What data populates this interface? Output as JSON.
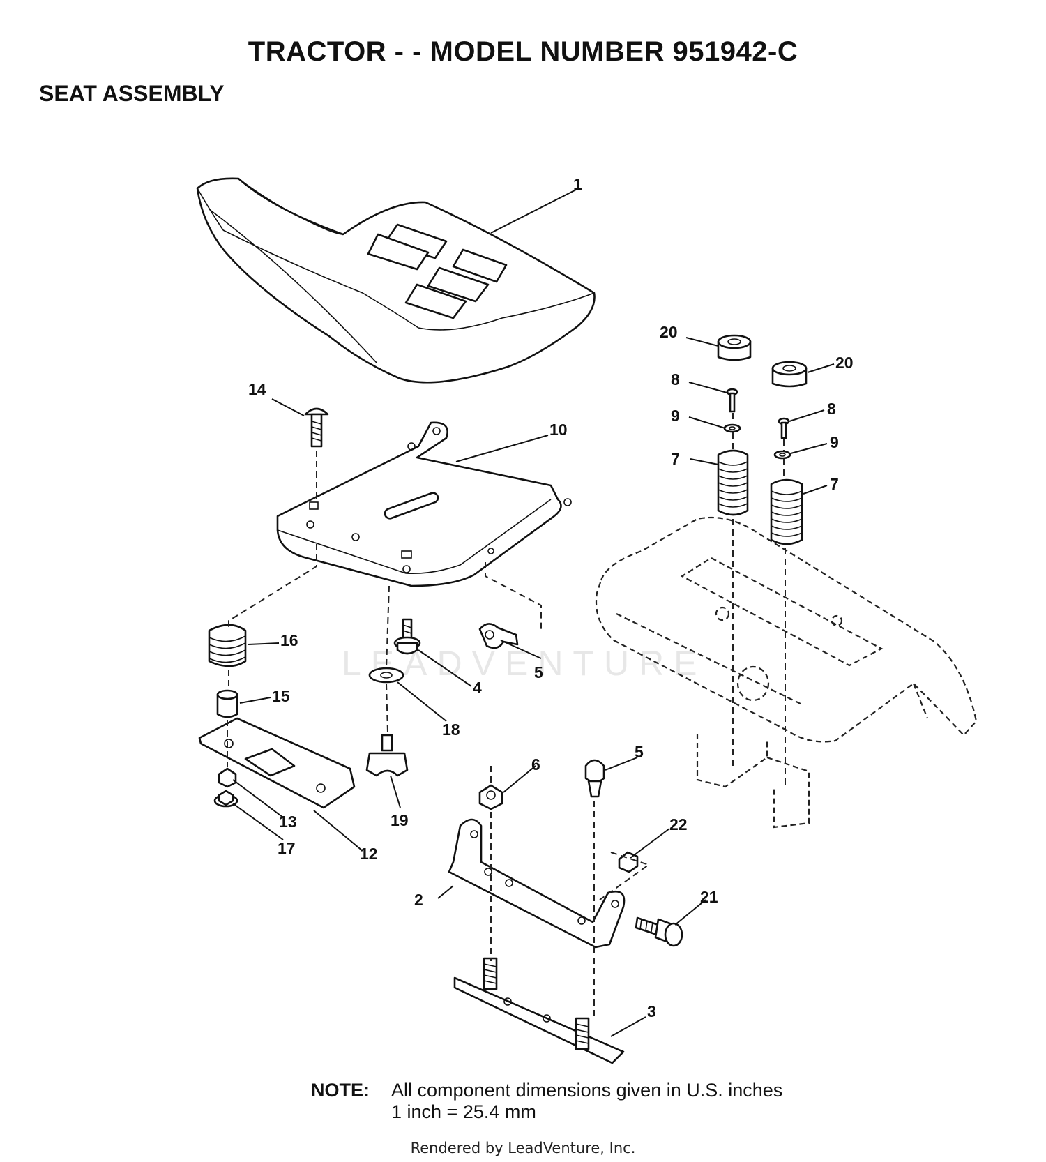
{
  "header": {
    "title": "TRACTOR - - MODEL NUMBER 951942-C",
    "section": "SEAT ASSEMBLY"
  },
  "diagram": {
    "watermark": "LEADVENTURE",
    "callouts": [
      "1",
      "2",
      "3",
      "4",
      "5",
      "5",
      "6",
      "7",
      "7",
      "8",
      "8",
      "9",
      "9",
      "10",
      "12",
      "13",
      "14",
      "15",
      "16",
      "17",
      "18",
      "19",
      "20",
      "20",
      "21",
      "22"
    ]
  },
  "note": {
    "label": "NOTE:",
    "line1": "All component dimensions given in U.S. inches",
    "line2": "1 inch = 25.4 mm"
  },
  "footer": {
    "rendered_by": "Rendered by LeadVenture, Inc."
  }
}
